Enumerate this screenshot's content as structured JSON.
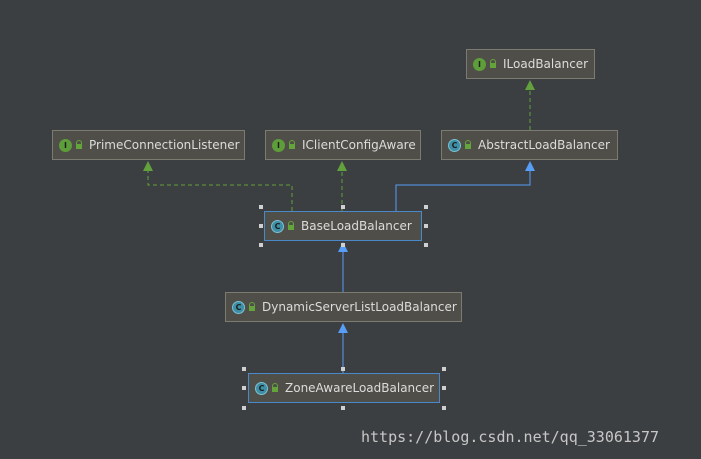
{
  "diagram": {
    "nodes": {
      "iloadbalancer": {
        "kind": "I",
        "label": "ILoadBalancer"
      },
      "primeconnectionlistener": {
        "kind": "I",
        "label": "PrimeConnectionListener"
      },
      "iclientconfigaware": {
        "kind": "I",
        "label": "IClientConfigAware"
      },
      "abstractloadbalancer": {
        "kind": "C",
        "label": "AbstractLoadBalancer"
      },
      "baseloadbalancer": {
        "kind": "C",
        "label": "BaseLoadBalancer"
      },
      "dynamicserverlistloadbalancer": {
        "kind": "C",
        "label": "DynamicServerListLoadBalancer"
      },
      "zoneawareloadbalancer": {
        "kind": "C",
        "label": "ZoneAwareLoadBalancer"
      }
    },
    "edges": [
      {
        "from": "AbstractLoadBalancer",
        "to": "ILoadBalancer",
        "type": "implements"
      },
      {
        "from": "BaseLoadBalancer",
        "to": "PrimeConnectionListener",
        "type": "implements"
      },
      {
        "from": "BaseLoadBalancer",
        "to": "IClientConfigAware",
        "type": "implements"
      },
      {
        "from": "BaseLoadBalancer",
        "to": "AbstractLoadBalancer",
        "type": "extends"
      },
      {
        "from": "DynamicServerListLoadBalancer",
        "to": "BaseLoadBalancer",
        "type": "extends"
      },
      {
        "from": "ZoneAwareLoadBalancer",
        "to": "DynamicServerListLoadBalancer",
        "type": "extends"
      }
    ],
    "colors": {
      "implements": "#62a13c",
      "extends": "#589df6"
    }
  },
  "watermark": "https://blog.csdn.net/qq_33061377"
}
